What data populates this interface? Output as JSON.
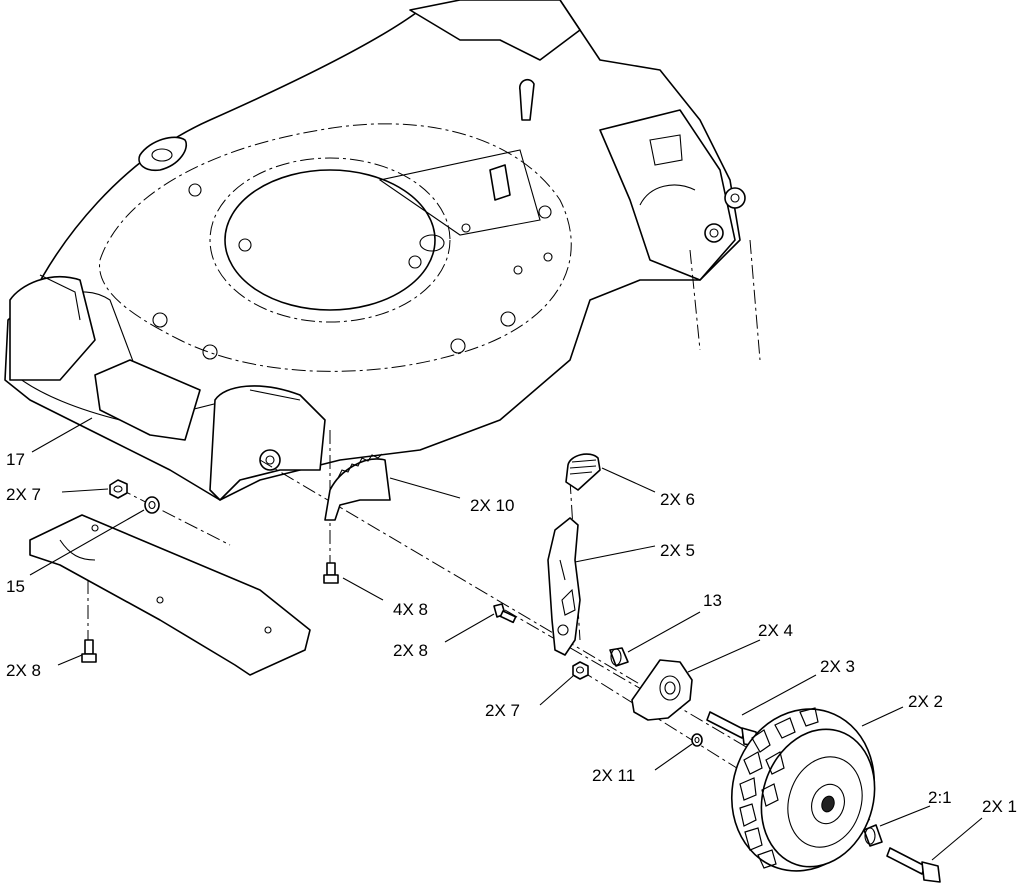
{
  "diagram": {
    "callouts": [
      {
        "id": "c17",
        "text": "17"
      },
      {
        "id": "c2x7a",
        "text": "2X 7"
      },
      {
        "id": "c15",
        "text": "15"
      },
      {
        "id": "c2x8a",
        "text": "2X 8"
      },
      {
        "id": "c4x8",
        "text": "4X 8"
      },
      {
        "id": "c2x10",
        "text": "2X 10"
      },
      {
        "id": "c2x6",
        "text": "2X 6"
      },
      {
        "id": "c2x5",
        "text": "2X 5"
      },
      {
        "id": "c13",
        "text": "13"
      },
      {
        "id": "c2x8b",
        "text": "2X 8"
      },
      {
        "id": "c2x4",
        "text": "2X 4"
      },
      {
        "id": "c2x3",
        "text": "2X 3"
      },
      {
        "id": "c2x7b",
        "text": "2X 7"
      },
      {
        "id": "c2x2",
        "text": "2X 2"
      },
      {
        "id": "c2x11",
        "text": "2X 11"
      },
      {
        "id": "c21",
        "text": "2:1"
      },
      {
        "id": "c2x1",
        "text": "2X 1"
      }
    ]
  }
}
